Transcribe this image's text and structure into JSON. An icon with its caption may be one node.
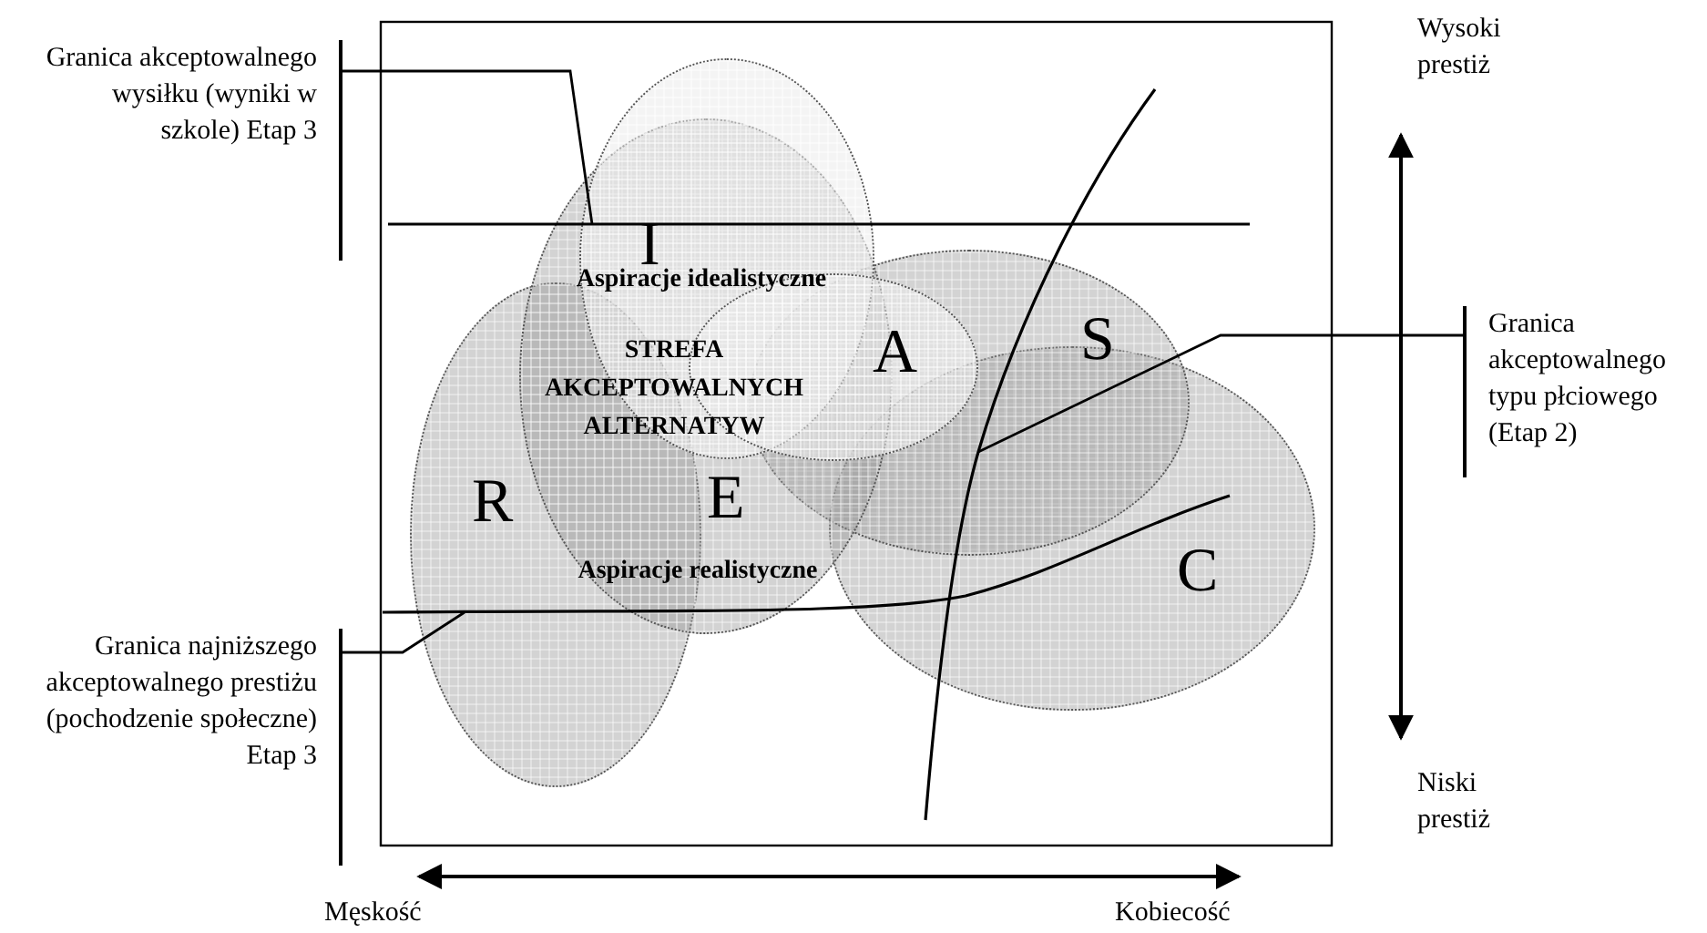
{
  "diagram": {
    "nodes": [
      {
        "text": [
          "Granica akceptowalnego wysiłku (wyniki w szkole) Etap 3"
        ]
      },
      {
        "text": [],
        "shape": "line"
      },
      {
        "text": [
          "Granica akceptowalnego typu płciowego (Etap 2)"
        ]
      },
      {
        "text": [],
        "shape": "line"
      },
      {
        "text": [
          "Granica najniższego akceptowalnego prestiżu (pochodzenie społeczne) Etap 3"
        ]
      },
      {
        "text": [],
        "shape": "line"
      },
      {
        "text": [
          "I"
        ]
      },
      {
        "text": [
          "A"
        ]
      },
      {
        "text": [
          "S"
        ]
      },
      {
        "text": [
          "R"
        ]
      },
      {
        "text": [
          "E"
        ]
      },
      {
        "text": [
          "C"
        ]
      }
    ],
    "edges": [
      {
        "from": 0,
        "to": 1,
        "arrow": "none"
      },
      {
        "from": 2,
        "to": 3,
        "arrow": "none"
      },
      {
        "from": 4,
        "to": 5,
        "arrow": "none"
      }
    ],
    "labels": [
      "Wysoki prestiż",
      "Aspiracje idealistyczne",
      "STREFA AKCEPTOWALNYCH ALTERNATYW",
      "Aspiracje realistyczne",
      "Niski prestiż",
      "Męskość",
      "Kobiecość"
    ]
  }
}
